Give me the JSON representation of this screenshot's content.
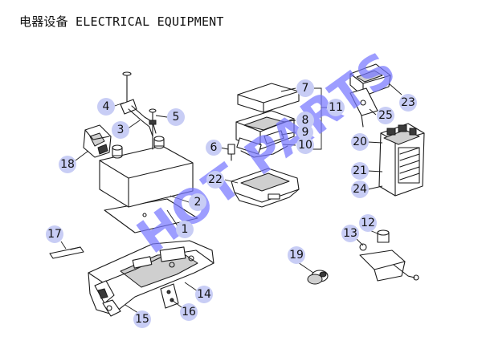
{
  "title": "电器设备 ELECTRICAL EQUIPMENT",
  "watermark": "HOT PARTS",
  "colors": {
    "callout_fill": "#c8cdf5",
    "watermark": "#7777ff",
    "line": "#1a1a1a"
  },
  "callouts": {
    "c1": "1",
    "c2": "2",
    "c3": "3",
    "c4": "4",
    "c5": "5",
    "c6": "6",
    "c7": "7",
    "c8": "8",
    "c9": "9",
    "c10": "10",
    "c11": "11",
    "c12": "12",
    "c13": "13",
    "c14": "14",
    "c15": "15",
    "c16": "16",
    "c17": "17",
    "c18": "18",
    "c19": "19",
    "c20": "20",
    "c21": "21",
    "c22": "22",
    "c23": "23",
    "c24": "24",
    "c25": "25"
  }
}
